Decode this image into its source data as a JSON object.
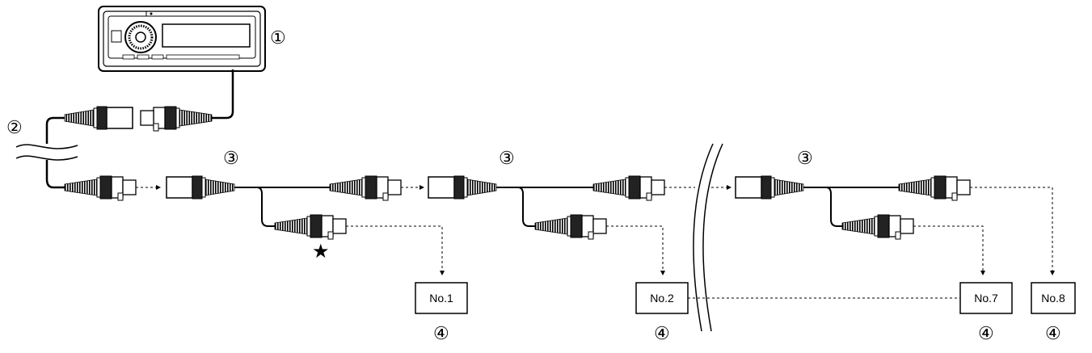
{
  "diagram": {
    "head_unit_marker": "①",
    "cable_marker": "②",
    "splitter_marker": "③",
    "device_marker": "④",
    "star_symbol": "★",
    "devices": [
      {
        "label": "No.1"
      },
      {
        "label": "No.2"
      },
      {
        "label": "No.7"
      },
      {
        "label": "No.8"
      }
    ]
  }
}
